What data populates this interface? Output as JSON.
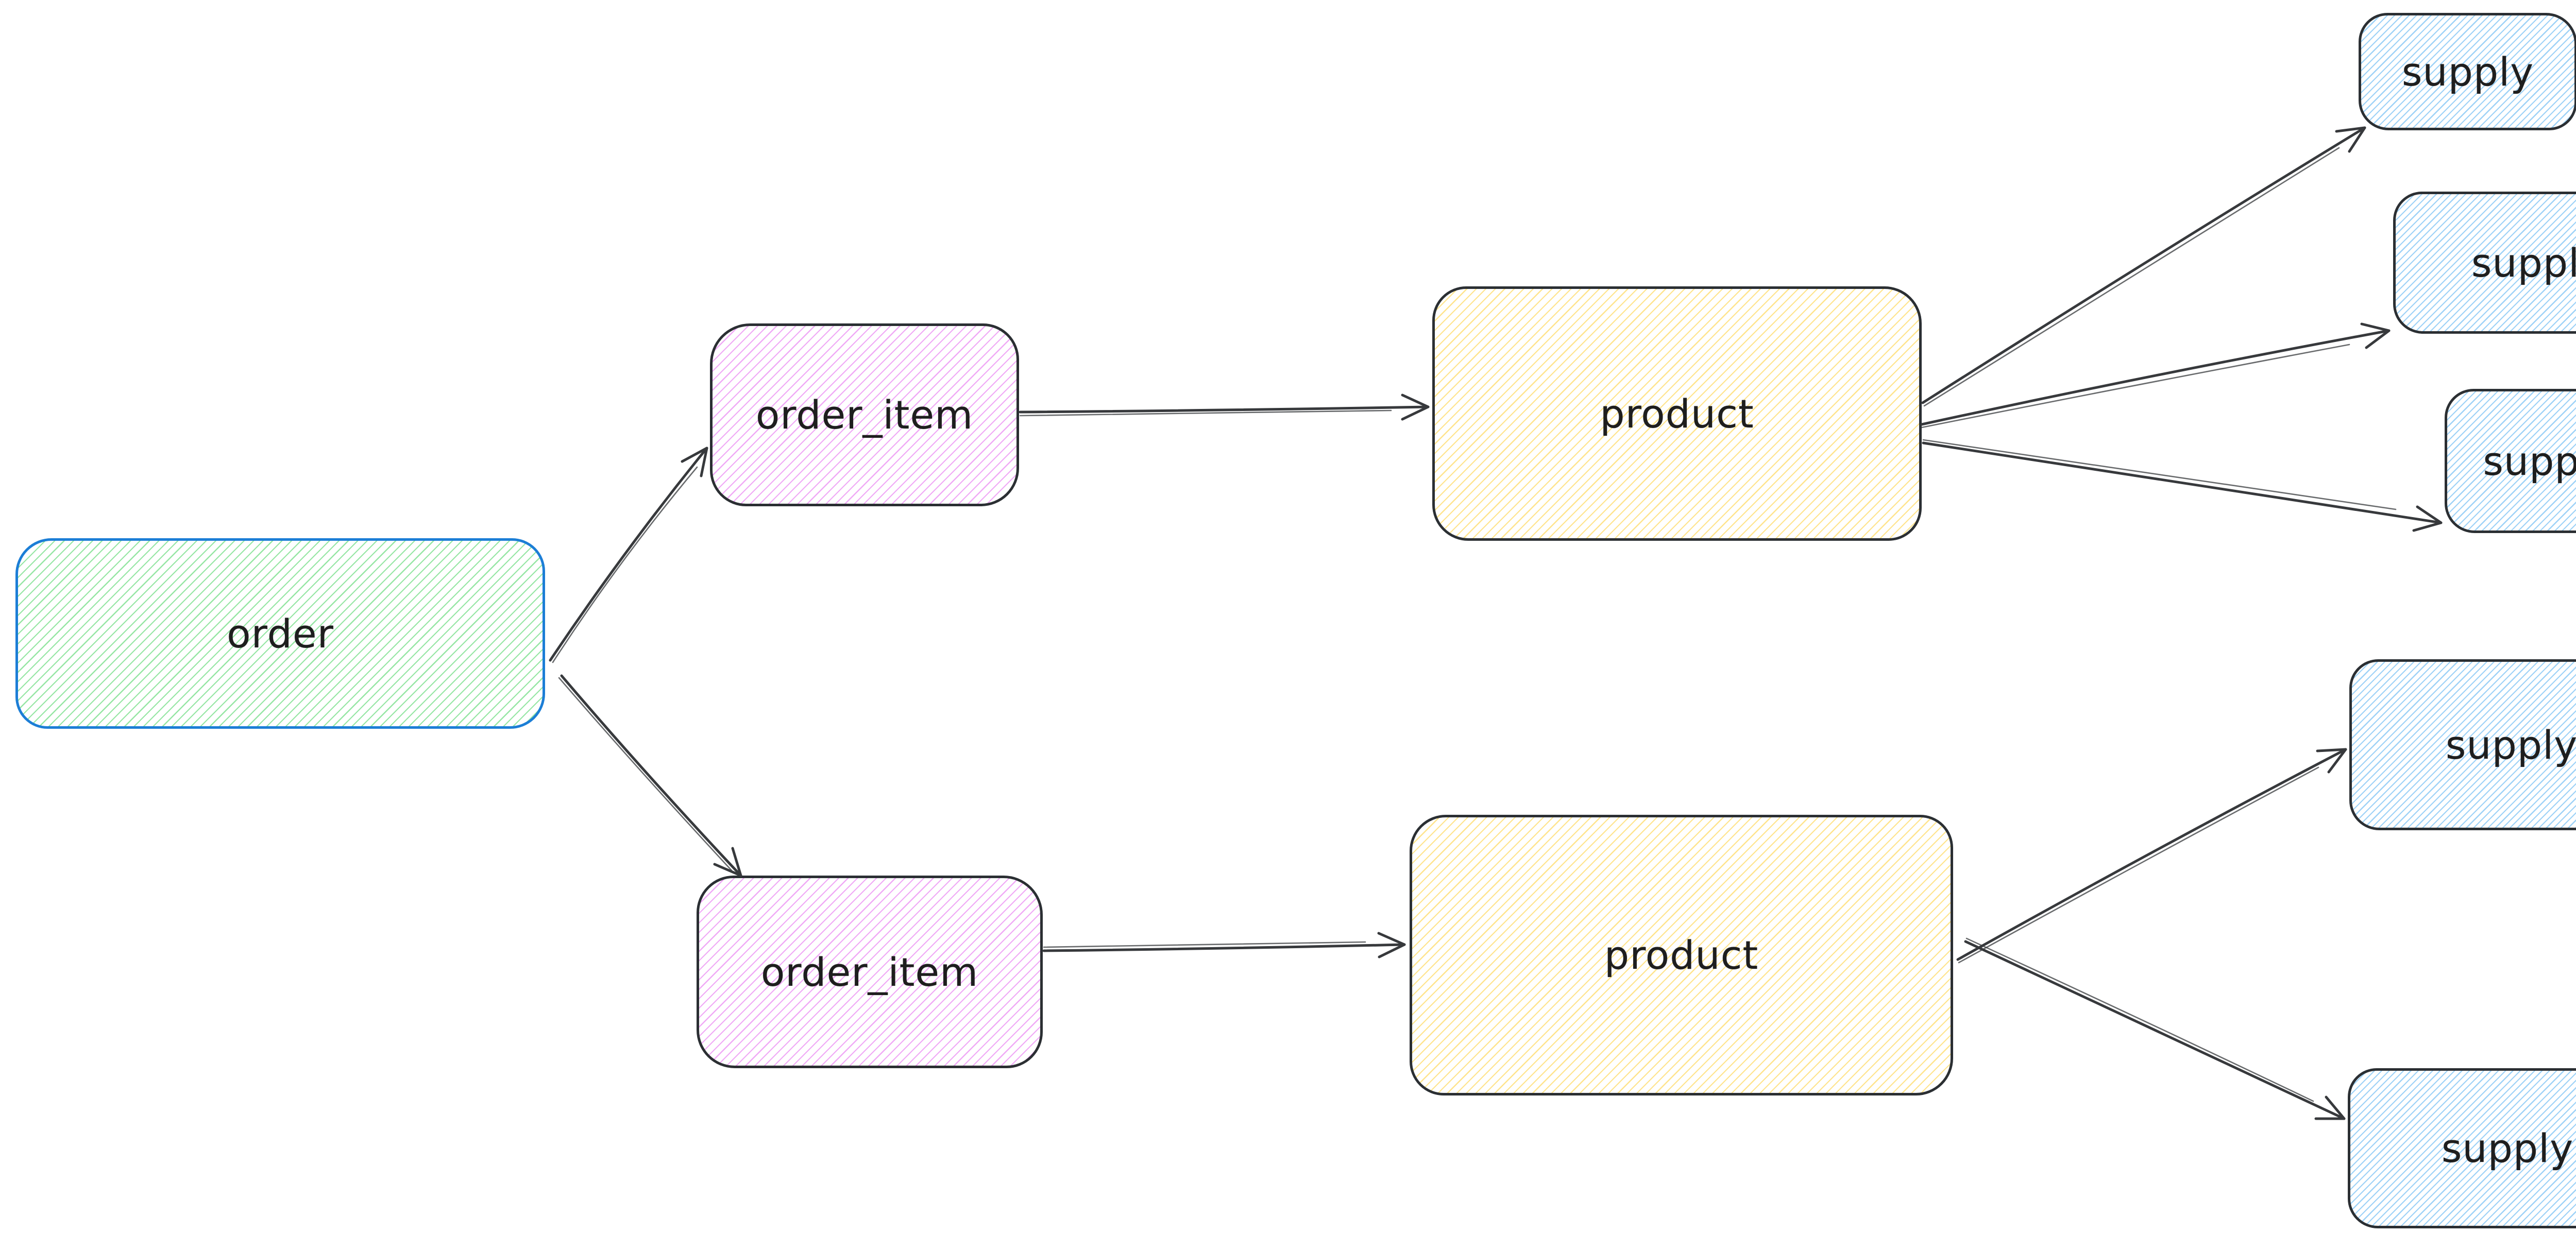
{
  "app": {
    "name": "hand-drawn entity diagram",
    "background": "#ffffff"
  },
  "palette": {
    "order_stroke": "#1c7ed6",
    "entity_stroke": "#2b2f33",
    "order_fill_hachure": "#96e6a4",
    "order_item_fill_hachure": "#f0aaf6",
    "product_fill_hachure": "#ffe48d",
    "supply_fill_hachure": "#9ed2f7",
    "arrow_color": "#37393c",
    "label_color": "#1e1e1e"
  },
  "nodes": {
    "order": {
      "label": "order"
    },
    "order_item_top": {
      "label": "order_item"
    },
    "order_item_bottom": {
      "label": "order_item"
    },
    "product_top": {
      "label": "product"
    },
    "product_bottom": {
      "label": "product"
    },
    "supply_1": {
      "label": "supply"
    },
    "supply_2": {
      "label": "supply"
    },
    "supply_3": {
      "label": "supply"
    },
    "supply_4": {
      "label": "supply"
    },
    "supply_5": {
      "label": "supply"
    }
  },
  "edges": [
    {
      "from": "order",
      "to": "order_item_top"
    },
    {
      "from": "order",
      "to": "order_item_bottom"
    },
    {
      "from": "order_item_top",
      "to": "product_top"
    },
    {
      "from": "order_item_bottom",
      "to": "product_bottom"
    },
    {
      "from": "product_top",
      "to": "supply_1"
    },
    {
      "from": "product_top",
      "to": "supply_2"
    },
    {
      "from": "product_top",
      "to": "supply_3"
    },
    {
      "from": "product_bottom",
      "to": "supply_4"
    },
    {
      "from": "product_bottom",
      "to": "supply_5"
    }
  ]
}
